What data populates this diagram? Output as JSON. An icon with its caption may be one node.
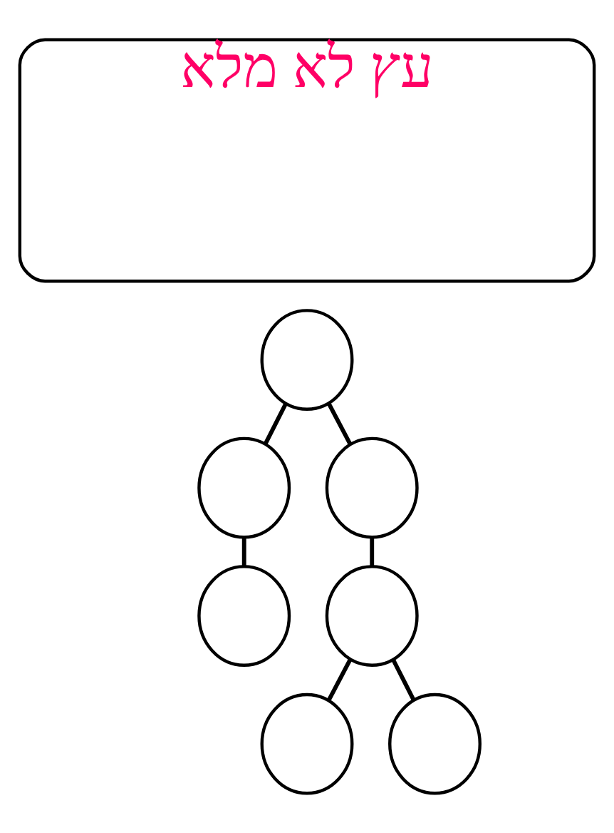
{
  "diagram": {
    "nodes": [
      {
        "text": [
          "עץ לא מלא"
        ]
      },
      {
        "text": [],
        "shape": "circle"
      },
      {
        "text": [],
        "shape": "circle"
      },
      {
        "text": [],
        "shape": "circle"
      },
      {
        "text": [],
        "shape": "circle"
      },
      {
        "text": [],
        "shape": "circle"
      },
      {
        "text": [],
        "shape": "circle"
      },
      {
        "text": [],
        "shape": "circle"
      }
    ],
    "edges": [
      {
        "from": 1,
        "to": 2,
        "arrow": "none"
      },
      {
        "from": 1,
        "to": 3,
        "arrow": "none"
      },
      {
        "from": 2,
        "to": 4,
        "arrow": "none"
      },
      {
        "from": 3,
        "to": 5,
        "arrow": "none"
      },
      {
        "from": 5,
        "to": 6,
        "arrow": "none"
      },
      {
        "from": 5,
        "to": 7,
        "arrow": "none"
      }
    ]
  }
}
